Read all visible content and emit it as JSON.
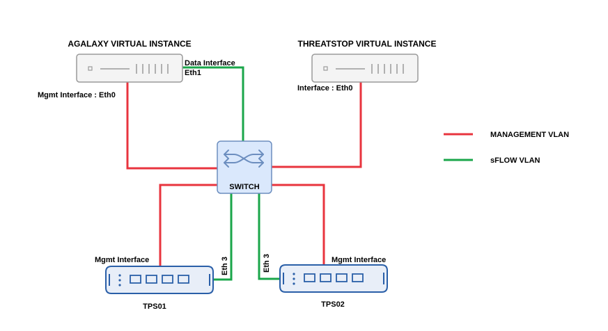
{
  "colors": {
    "management": "#e8343e",
    "sflow": "#1aa64a",
    "device_stroke": "#9a9a9a",
    "device_fill": "#f4f4f4",
    "tps_stroke": "#2a5fa8",
    "tps_fill": "#e8eef8",
    "switch_stroke": "#6c8ebf",
    "switch_fill": "#dae8fc"
  },
  "icons": {
    "server": "rack-server-icon",
    "switch": "network-switch-icon",
    "tps": "tps-appliance-icon"
  },
  "nodes": {
    "agalaxy": {
      "title": "AGALAXY VIRTUAL INSTANCE",
      "mgmt_label": "Mgmt Interface : Eth0",
      "data_label": "Data Interface",
      "data_port": "Eth1"
    },
    "threatstop": {
      "title": "THREATSTOP VIRTUAL INSTANCE",
      "interface_label": "Interface : Eth0"
    },
    "switch": {
      "label": "SWITCH"
    },
    "tps01": {
      "label": "TPS01",
      "mgmt_label": "Mgmt Interface",
      "eth_label": "Eth 3"
    },
    "tps02": {
      "label": "TPS02",
      "mgmt_label": "Mgmt Interface",
      "eth_label": "Eth 3"
    }
  },
  "legend": [
    {
      "label": "MANAGEMENT VLAN",
      "color": "#e8343e"
    },
    {
      "label": "sFLOW VLAN",
      "color": "#1aa64a"
    }
  ]
}
